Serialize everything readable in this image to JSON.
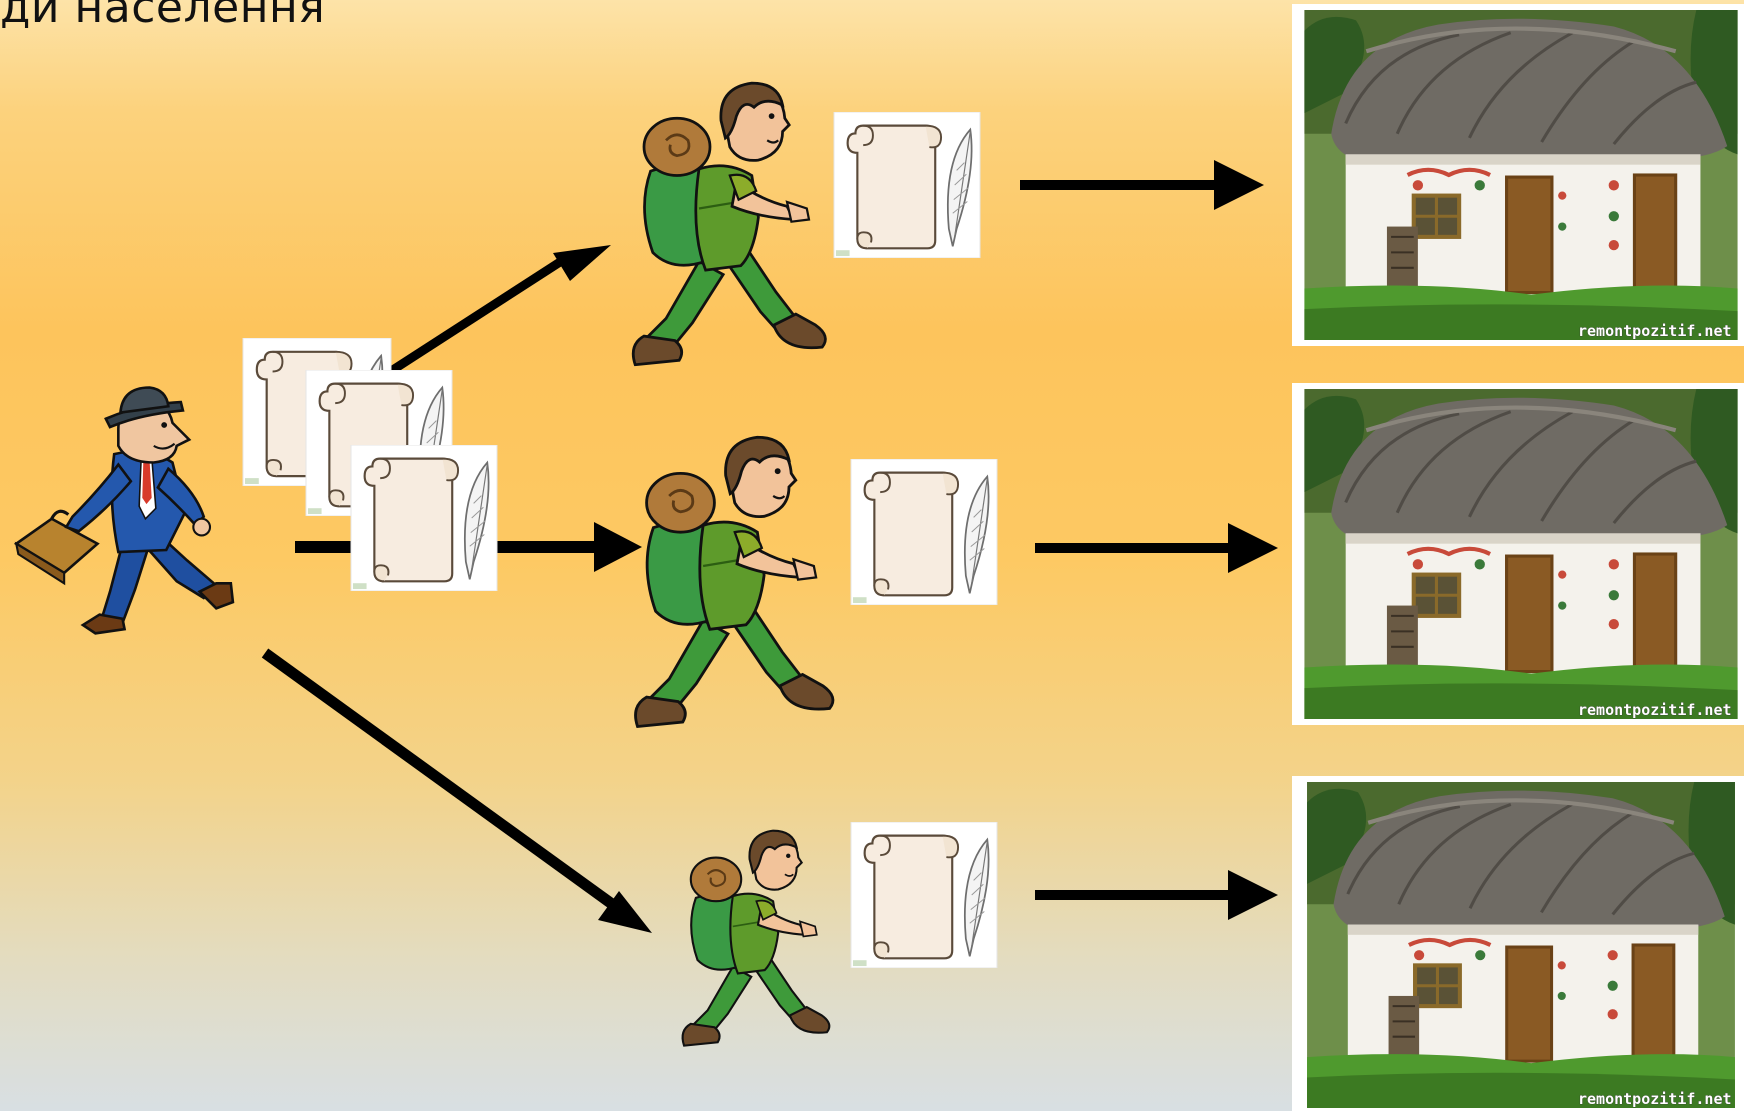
{
  "slide": {
    "title": "ди населення",
    "watermark": "remontpozitif.net"
  },
  "colors": {
    "arrow": "#000000",
    "background_top": "#fde3a8",
    "background_middle": "#fdc45c",
    "background_bottom": "#d8dfe3"
  },
  "icons": {
    "official": "official-with-briefcase-icon",
    "walker": "walking-census-taker-icon",
    "document": "scroll-and-quill-icon",
    "house": "thatched-house-photo"
  }
}
